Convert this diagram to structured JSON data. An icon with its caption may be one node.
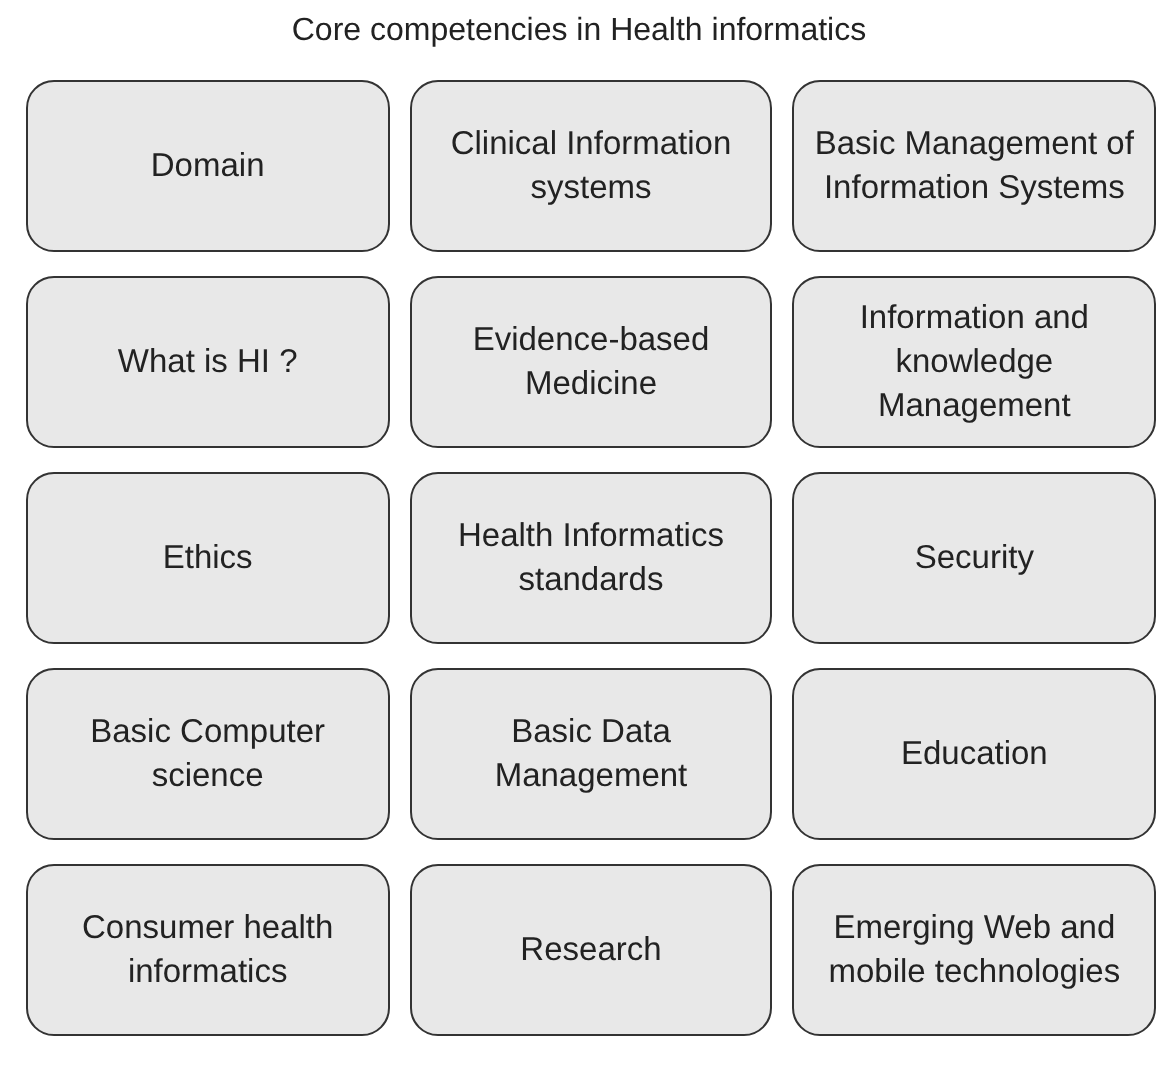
{
  "diagram": {
    "title": "Core competencies in Health informatics",
    "nodes": [
      {
        "text": [
          "Domain"
        ]
      },
      {
        "text": [
          "Clinical Information systems"
        ]
      },
      {
        "text": [
          "Basic Management of Information Systems"
        ]
      },
      {
        "text": [
          "What is HI ?"
        ]
      },
      {
        "text": [
          "Evidence-based Medicine"
        ]
      },
      {
        "text": [
          "Information and knowledge Management"
        ]
      },
      {
        "text": [
          "Ethics"
        ]
      },
      {
        "text": [
          "Health Informatics standards"
        ]
      },
      {
        "text": [
          "Security"
        ]
      },
      {
        "text": [
          "Basic Computer science"
        ]
      },
      {
        "text": [
          "Basic Data Management"
        ]
      },
      {
        "text": [
          "Education"
        ]
      },
      {
        "text": [
          "Consumer health informatics"
        ]
      },
      {
        "text": [
          "Research"
        ]
      },
      {
        "text": [
          "Emerging Web and mobile technologies"
        ]
      }
    ]
  }
}
